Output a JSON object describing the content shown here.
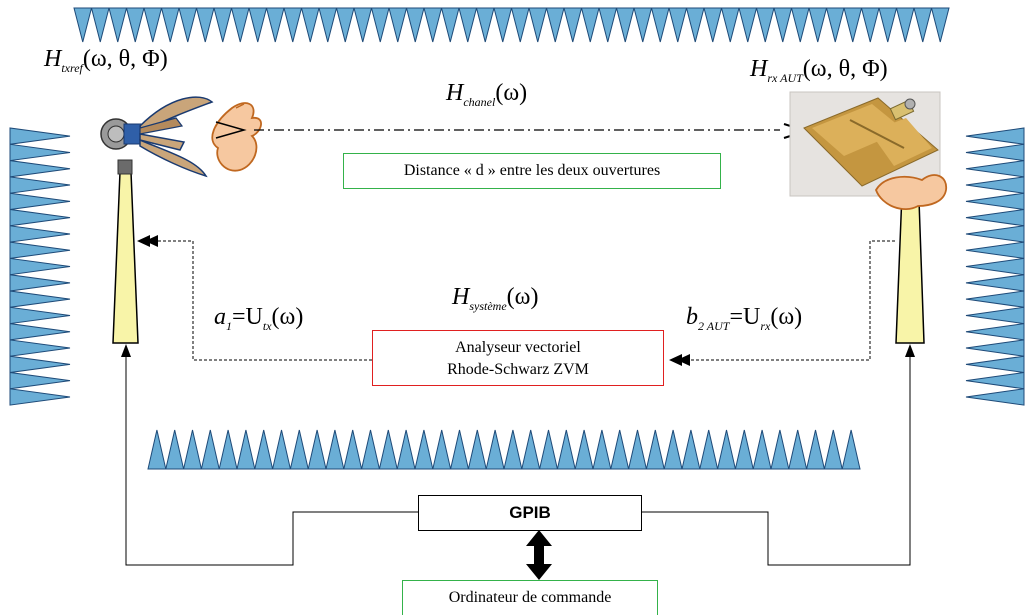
{
  "labels": {
    "h_txref": {
      "base": "H",
      "sub": "txref",
      "args": "(ω, θ, Φ)"
    },
    "h_rxaut": {
      "base": "H",
      "sub": "rx AUT",
      "args": "(ω, θ, Φ)"
    },
    "h_chanel": {
      "base": "H",
      "sub": "chanel",
      "args": "(ω)"
    },
    "h_systeme": {
      "base": "H",
      "sub": "système",
      "args": "(ω)"
    },
    "a1": {
      "base": "a",
      "sub": "1",
      "eq": "=U",
      "sub2": "tx",
      "args": "(ω)"
    },
    "b2aut": {
      "base": "b",
      "sub": "2 AUT",
      "eq": "=U",
      "sub2": "rx",
      "args": "(ω)"
    }
  },
  "boxes": {
    "distance": "Distance « d » entre les deux ouvertures",
    "vna_line1": "Analyseur vectoriel",
    "vna_line2": "Rhode-Schwarz ZVM",
    "gpib": "GPIB",
    "computer": "Ordinateur de commande"
  },
  "colors": {
    "absorber_fill": "#6aaed6",
    "absorber_stroke": "#1e4a78",
    "mast_fill": "#f8f4a8",
    "distance_border": "#34b24a",
    "vna_border": "#e02020",
    "antenna_blue": "#2f5fa8",
    "antenna_tan": "#c9a57a",
    "aut_gold": "#d8a64a",
    "hand_fill": "#f6c8a0",
    "hand_stroke": "#c06820"
  }
}
